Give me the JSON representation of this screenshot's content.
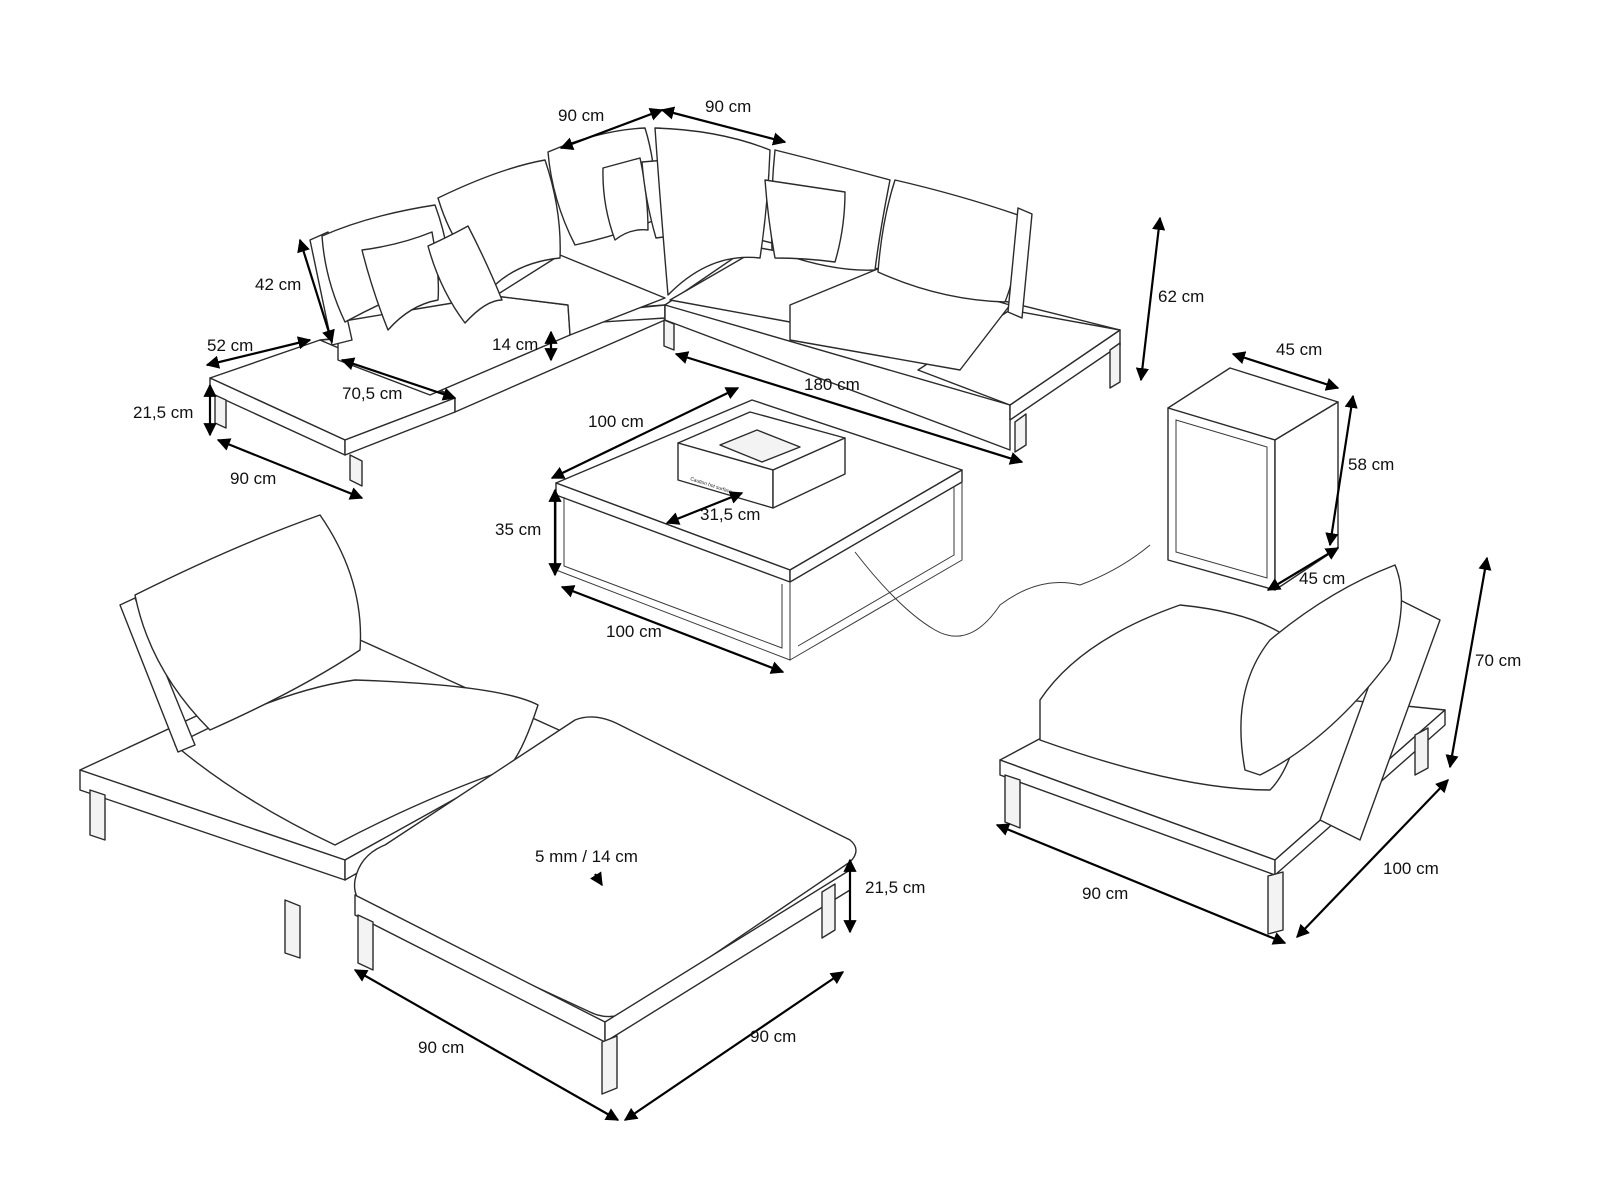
{
  "accent_color": "#000000",
  "dimensions": {
    "sofa_back_left_width": "90 cm",
    "sofa_back_right_width": "90 cm",
    "back_height": "42 cm",
    "side_table_depth": "52 cm",
    "cushion_height": "14 cm",
    "seat_depth": "70,5 cm",
    "frame_height": "21,5 cm",
    "left_table_width": "90 cm",
    "right_section_length": "180 cm",
    "total_height": "62 cm",
    "table_depth": "100 cm",
    "table_height": "35 cm",
    "burner_size": "31,5 cm",
    "table_width": "100 cm",
    "box_width": "45 cm",
    "box_height": "58 cm",
    "box_depth": "45 cm",
    "chair_height": "70 cm",
    "chair_width": "90 cm",
    "chair_depth": "100 cm",
    "ottoman_cushion": "5 mm / 14 cm",
    "ottoman_height": "21,5 cm",
    "ottoman_width": "90 cm",
    "ottoman_depth": "90 cm"
  },
  "burner_label": "Caution hot surface"
}
